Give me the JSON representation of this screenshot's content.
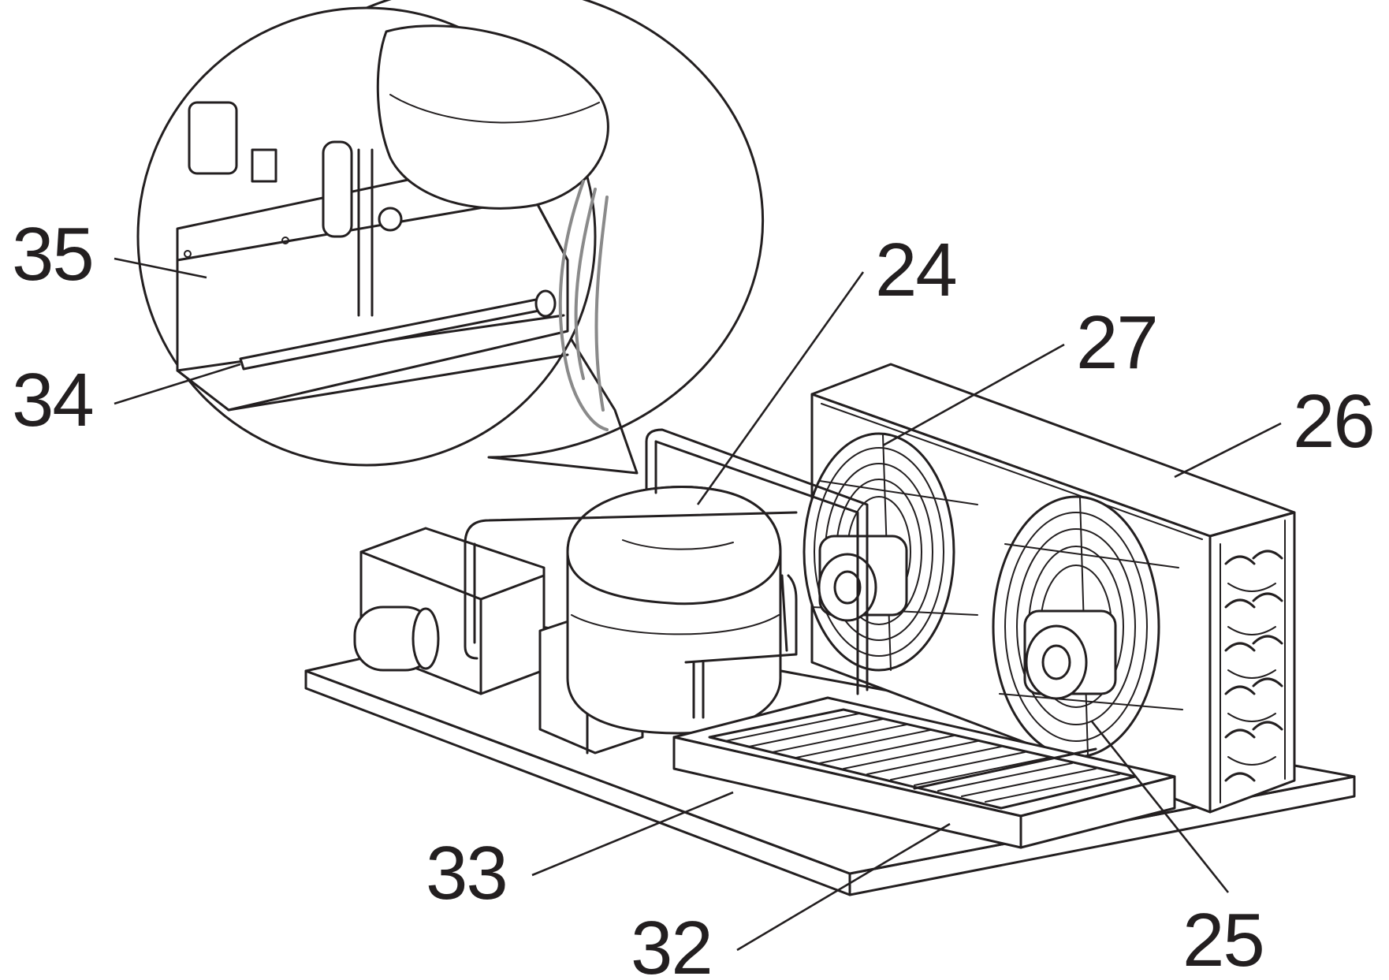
{
  "callouts": [
    {
      "id": "35",
      "label": "35"
    },
    {
      "id": "34",
      "label": "34"
    },
    {
      "id": "24",
      "label": "24"
    },
    {
      "id": "27",
      "label": "27"
    },
    {
      "id": "26",
      "label": "26"
    },
    {
      "id": "33",
      "label": "33"
    },
    {
      "id": "32",
      "label": "32"
    },
    {
      "id": "25",
      "label": "25"
    }
  ]
}
